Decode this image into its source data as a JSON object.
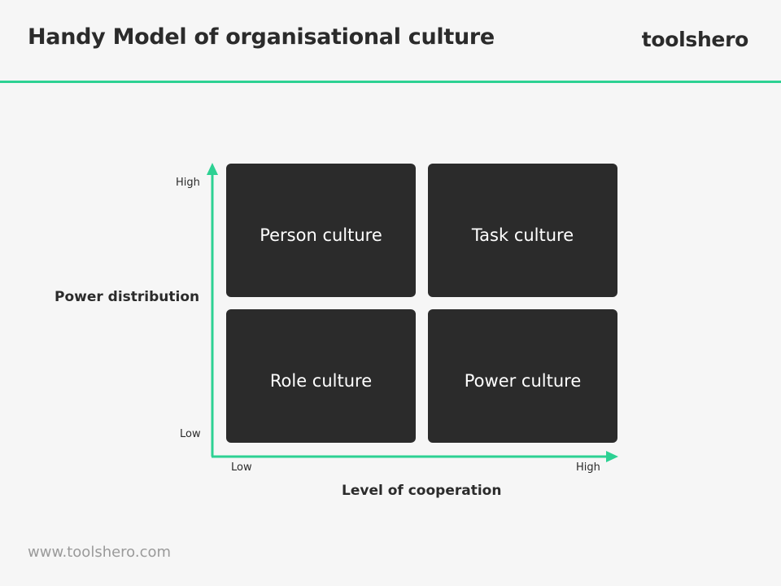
{
  "header": {
    "title": "Handy Model of organisational culture",
    "brand": "toolshero"
  },
  "diagram": {
    "quadrants": {
      "top_left": "Person culture",
      "top_right": "Task culture",
      "bottom_left": "Role culture",
      "bottom_right": "Power culture"
    },
    "y_axis": {
      "title": "Power distribution",
      "high": "High",
      "low": "Low"
    },
    "x_axis": {
      "title": "Level of cooperation",
      "low": "Low",
      "high": "High"
    },
    "colors": {
      "accent": "#2dd193",
      "box": "#2b2b2b",
      "box_text": "#ffffff"
    }
  },
  "footer": {
    "url": "www.toolshero.com"
  }
}
